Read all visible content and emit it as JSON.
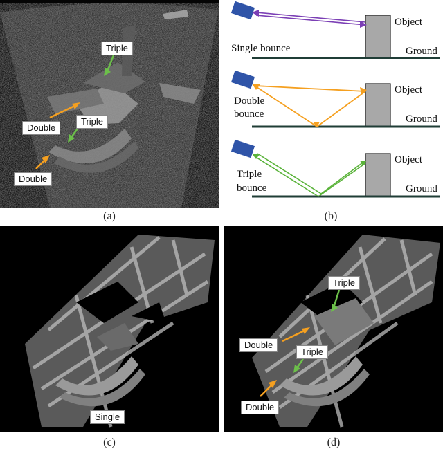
{
  "captions": {
    "a": "(a)",
    "b": "(b)",
    "c": "(c)",
    "d": "(d)"
  },
  "panel_a": {
    "labels": [
      "Triple",
      "Double",
      "Triple",
      "Double"
    ]
  },
  "panel_b": {
    "rows": [
      {
        "bounce_label": [
          "Single bounce"
        ],
        "object_label": "Object",
        "ground_label": "Ground"
      },
      {
        "bounce_label": [
          "Double",
          "bounce"
        ],
        "object_label": "Object",
        "ground_label": "Ground"
      },
      {
        "bounce_label": [
          "Triple",
          "bounce"
        ],
        "object_label": "Object",
        "ground_label": "Ground"
      }
    ],
    "colors": {
      "single": "#7b3fb5",
      "double": "#f5a020",
      "triple": "#5ab33a",
      "ground": "#1f3d36",
      "radar": "#2f54a8",
      "object": "#a8a8a8"
    }
  },
  "panel_c": {
    "labels": [
      "Single"
    ]
  },
  "panel_d": {
    "labels": [
      "Triple",
      "Double",
      "Triple",
      "Double"
    ]
  }
}
